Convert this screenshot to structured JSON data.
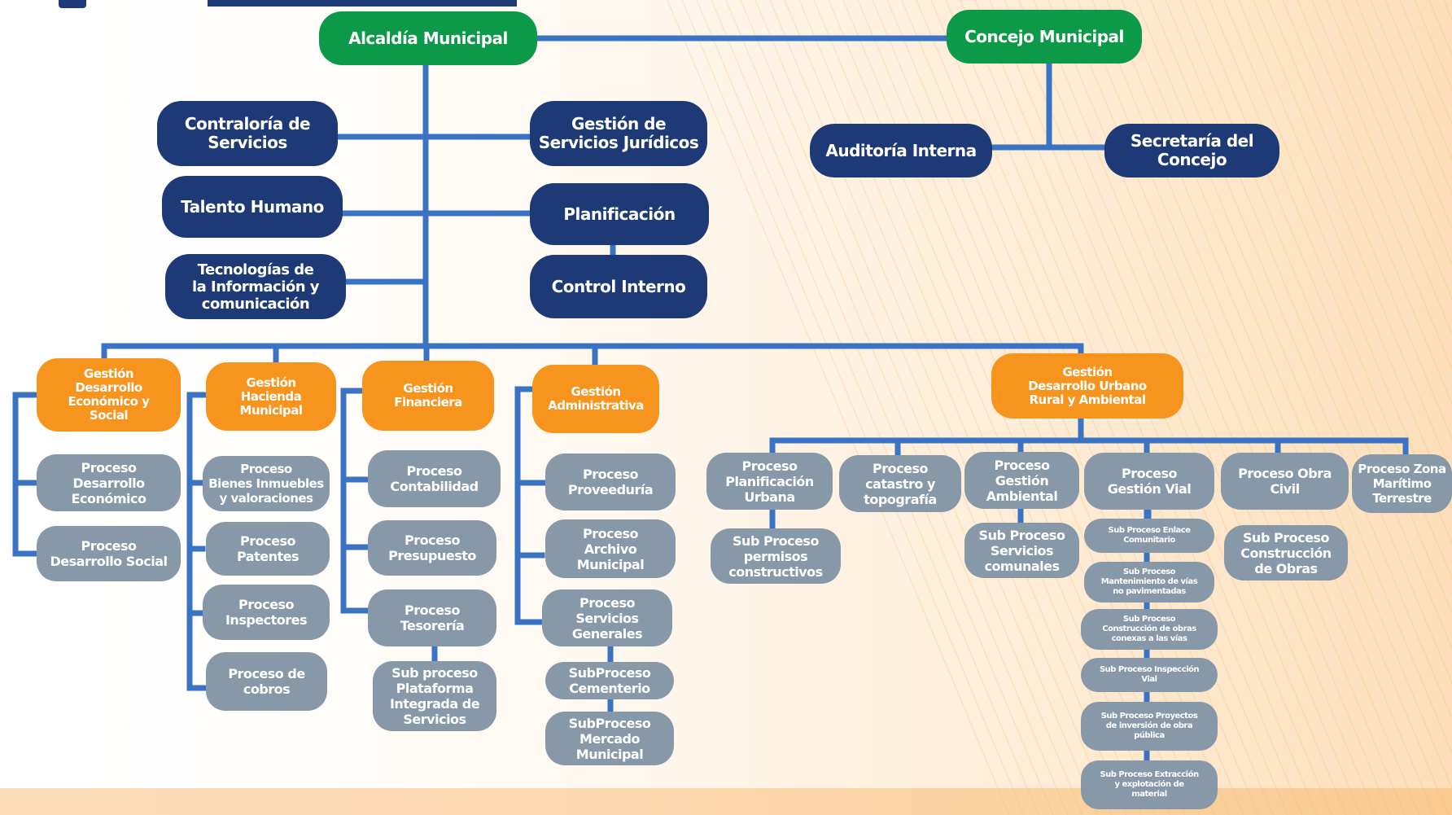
{
  "colors": {
    "green": "#0c9a48",
    "navy": "#1e3a76",
    "orange": "#f7941d",
    "gray": "#8799a9",
    "connector": "#3b73c4",
    "background_accent": "#f7b05a"
  },
  "nodes": {
    "alcaldia": "Alcaldía Municipal",
    "concejo": "Concejo Municipal",
    "contraloria": "Contraloría de\nServicios",
    "juridicos": "Gestión de\nServicios Jurídicos",
    "auditoria": "Auditoría Interna",
    "secretaria": "Secretaría del\nConcejo",
    "talento": "Talento Humano",
    "planificacion": "Planificación",
    "tecnologias": "Tecnologías de\nla Información y\ncomunicación",
    "control": "Control Interno",
    "g_economico": "Gestión\nDesarrollo\nEconómico y\nSocial",
    "g_hacienda": "Gestión\nHacienda\nMunicipal",
    "g_financiera": "Gestión\nFinanciera",
    "g_administrativa": "Gestión\nAdministrativa",
    "g_urbano": "Gestión\nDesarrollo Urbano\nRural y Ambiental",
    "p_des_economico": "Proceso\nDesarrollo\nEconómico",
    "p_des_social": "Proceso\nDesarrollo Social",
    "p_bienes": "Proceso\nBienes Inmuebles\ny valoraciones",
    "p_patentes": "Proceso\nPatentes",
    "p_inspectores": "Proceso\nInspectores",
    "p_cobros": "Proceso de\ncobros",
    "p_contabilidad": "Proceso\nContabilidad",
    "p_presupuesto": "Proceso\nPresupuesto",
    "p_tesoreria": "Proceso\nTesorería",
    "sp_plataforma": "Sub proceso\nPlataforma\nIntegrada de\nServicios",
    "p_proveeduria": "Proceso\nProveeduría",
    "p_archivo": "Proceso\nArchivo\nMunicipal",
    "p_servicios_generales": "Proceso\nServicios\nGenerales",
    "sp_cementerio": "SubProceso\nCementerio",
    "sp_mercado": "SubProceso\nMercado\nMunicipal",
    "p_plan_urbana": "Proceso\nPlanificación\nUrbana",
    "sp_permisos": "Sub Proceso\npermisos\nconstructivos",
    "p_catastro": "Proceso\ncatastro y\ntopografía",
    "p_ambiental": "Proceso\nGestión\nAmbiental",
    "sp_comunales": "Sub Proceso\nServicios\ncomunales",
    "p_vial": "Proceso\nGestión Vial",
    "sp_enlace": "Sub Proceso Enlace\nComunitario",
    "sp_mantenimiento": "Sub Proceso\nMantenimiento de vías\nno pavimentadas",
    "sp_construccion_vias": "Sub Proceso\nConstrucción de obras\nconexas a las vías",
    "sp_inspeccion": "Sub Proceso Inspección\nVial",
    "sp_proyectos": "Sub Proceso Proyectos\nde inversión de obra\npública",
    "sp_extraccion": "Sub Proceso Extracción\ny explotación de\nmaterial",
    "p_obra_civil": "Proceso Obra\nCivil",
    "sp_construccion_obras": "Sub Proceso\nConstrucción\nde Obras",
    "p_zona_maritima": "Proceso Zona\nMarítimo\nTerrestre"
  }
}
